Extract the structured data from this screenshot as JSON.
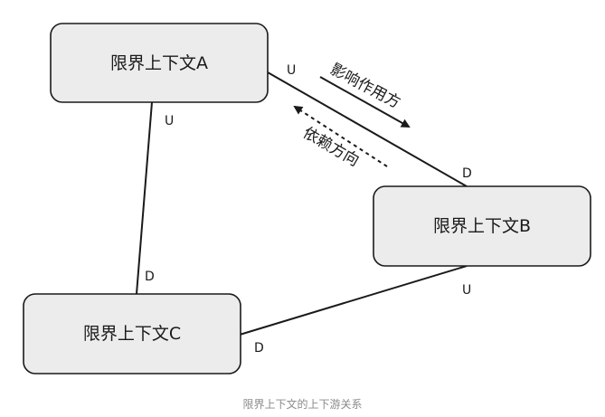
{
  "contexts": {
    "a": "限界上下文A",
    "b": "限界上下文B",
    "c": "限界上下文C"
  },
  "relations": {
    "a_b": {
      "a_end": "U",
      "b_end": "D"
    },
    "a_c": {
      "a_end": "U",
      "c_end": "D"
    },
    "b_c": {
      "b_end": "U",
      "c_end": "D"
    }
  },
  "arrows": {
    "influence": "影响作用方",
    "dependency": "依赖方向"
  },
  "caption": "限界上下文的上下游关系",
  "colors": {
    "box_fill": "#ececec",
    "stroke": "#1a1a1a",
    "caption": "#8a8a8a"
  }
}
